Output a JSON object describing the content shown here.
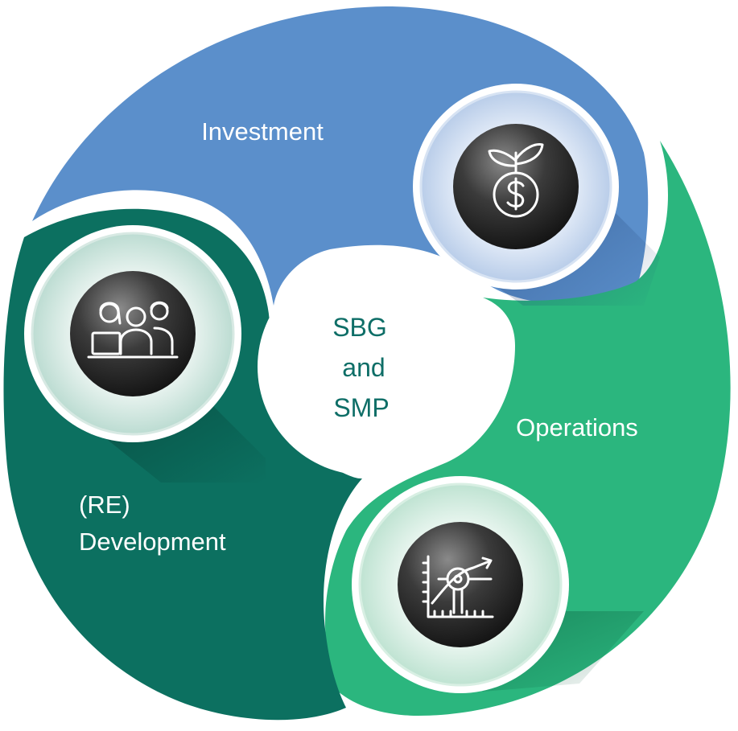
{
  "center": {
    "line1": "SBG",
    "line2": "and",
    "line3": "SMP",
    "color": "#0e6e67"
  },
  "segments": [
    {
      "id": "investment",
      "label_lines": [
        "Investment"
      ],
      "color": "#5b8fcb",
      "icon": "money-plant-icon"
    },
    {
      "id": "operations",
      "label_lines": [
        "Operations"
      ],
      "color": "#2bb67e",
      "icon": "growth-chart-icon"
    },
    {
      "id": "development",
      "label_lines": [
        "(RE)",
        "Development"
      ],
      "color": "#0c7060",
      "icon": "team-icon"
    }
  ],
  "colors": {
    "label_text": "#ffffff",
    "icon_disc": "#3a3a3a",
    "icon_stroke": "#ffffff"
  }
}
